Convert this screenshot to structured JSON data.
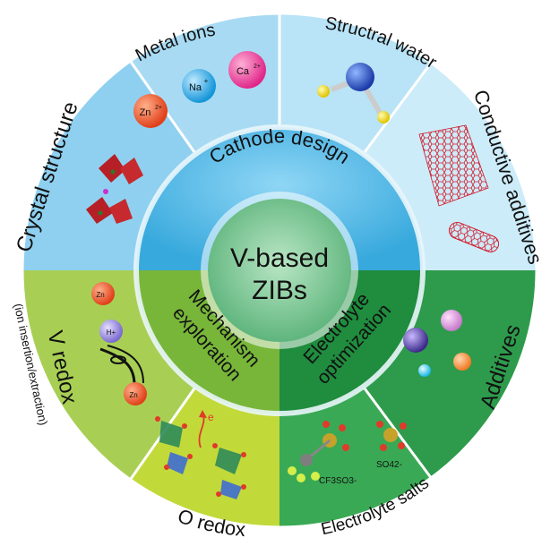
{
  "center": {
    "line1": "V-based",
    "line2": "ZIBs"
  },
  "ring": {
    "cathode_design": "Cathode design",
    "mechanism_exploration": {
      "line1": "Mechanism",
      "line2": "exploration"
    },
    "electrolyte_optimization": {
      "line1": "Electrolyte",
      "line2": "optimization"
    }
  },
  "outer": {
    "metal_ions": "Metal ions",
    "structural_water": "Structral water",
    "conductive_additives": "Conductive additives",
    "crystal_structure": "Crystal structure",
    "v_redox": "V redox",
    "v_redox_sub": "(ion insertion/extraction)",
    "o_redox": "O redox",
    "additives": "Additives",
    "electrolyte_salts": "Electrolyte salts"
  },
  "ions": {
    "zn": "Zn",
    "zn_sup": "2+",
    "na": "Na",
    "na_sup": "+",
    "ca": "Ca",
    "ca_sup": "2+"
  },
  "chem": {
    "cf3so3": "CF3SO3-",
    "so4": "SO42-",
    "h_plus": "H+",
    "electron": "e"
  },
  "colors": {
    "cathode_outer": "#a6d8f0",
    "cathode_ring": "#5fc0ea",
    "mechanism_outer": "#93c23a",
    "mechanism_ring": "#74b235",
    "electrolyte_outer": "#2a9a4a",
    "electrolyte_ring": "#22893e",
    "center": "#86c99a"
  }
}
